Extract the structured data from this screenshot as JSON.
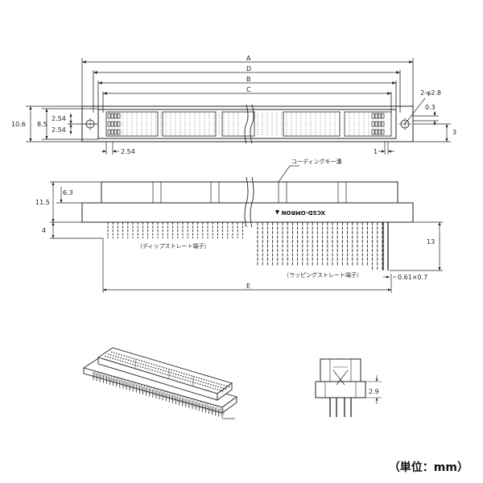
{
  "top_view": {
    "dim_A": "A",
    "dim_D": "D",
    "dim_B": "B",
    "dim_C": "C",
    "hole_spec": "2-φ2.8",
    "dim_0_3": "0.3",
    "dim_3": "3",
    "dim_10_6": "10.6",
    "dim_8_5": "8.5",
    "dim_2_54_a": "2.54",
    "dim_2_54_b": "2.54",
    "dim_pitch": "2.54",
    "dim_1": "1"
  },
  "front_view": {
    "coding_key_label": "コーディングキー溝",
    "dim_6_3": "6.3",
    "dim_11_5": "11.5",
    "dim_4": "4",
    "dim_13": "13",
    "dip_label": "（ディップストレート端子）",
    "wrap_label": "（ラッピングストレート端子）",
    "pin_size": "0.61×0.7",
    "dim_E": "E",
    "marking": "XCSD-ОМRОN ▲"
  },
  "side_view": {
    "dim_2_9": "2.9"
  },
  "units_label": "（単位：mm）"
}
